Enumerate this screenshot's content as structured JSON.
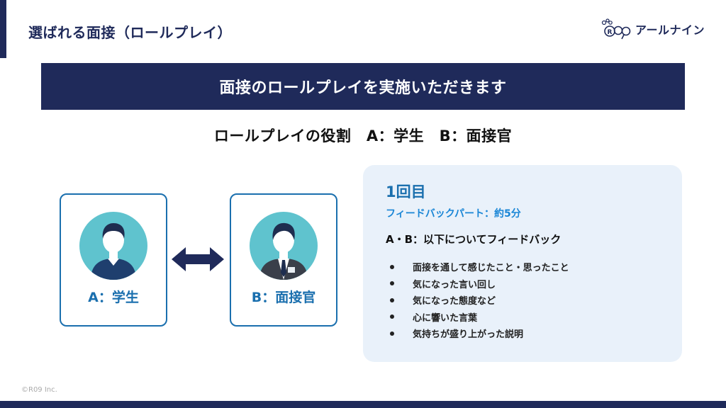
{
  "header": {
    "title": "選ばれる面接（ロールプレイ）",
    "logo_text": "アールナイン"
  },
  "banner": {
    "text": "面接のロールプレイを実施いただきます"
  },
  "roles": {
    "text": "ロールプレイの役割　A：学生　B：面接官"
  },
  "cards": {
    "a_label": "A：学生",
    "b_label": "B：面接官"
  },
  "panel": {
    "round": "1回目",
    "part": "フィードバックパート：約5分",
    "target": "A・B：以下についてフィードバック",
    "items": [
      "面接を通して感じたこと・思ったこと",
      "気になった言い回し",
      "気になった態度など",
      "心に響いた言葉",
      "気持ちが盛り上がった説明"
    ]
  },
  "footer": {
    "copyright": "©R09 Inc."
  },
  "colors": {
    "navy": "#1f2a5a",
    "accent_blue": "#1a6fae",
    "panel_bg": "#e9f1fa",
    "avatar_bg": "#5fc3ce"
  }
}
